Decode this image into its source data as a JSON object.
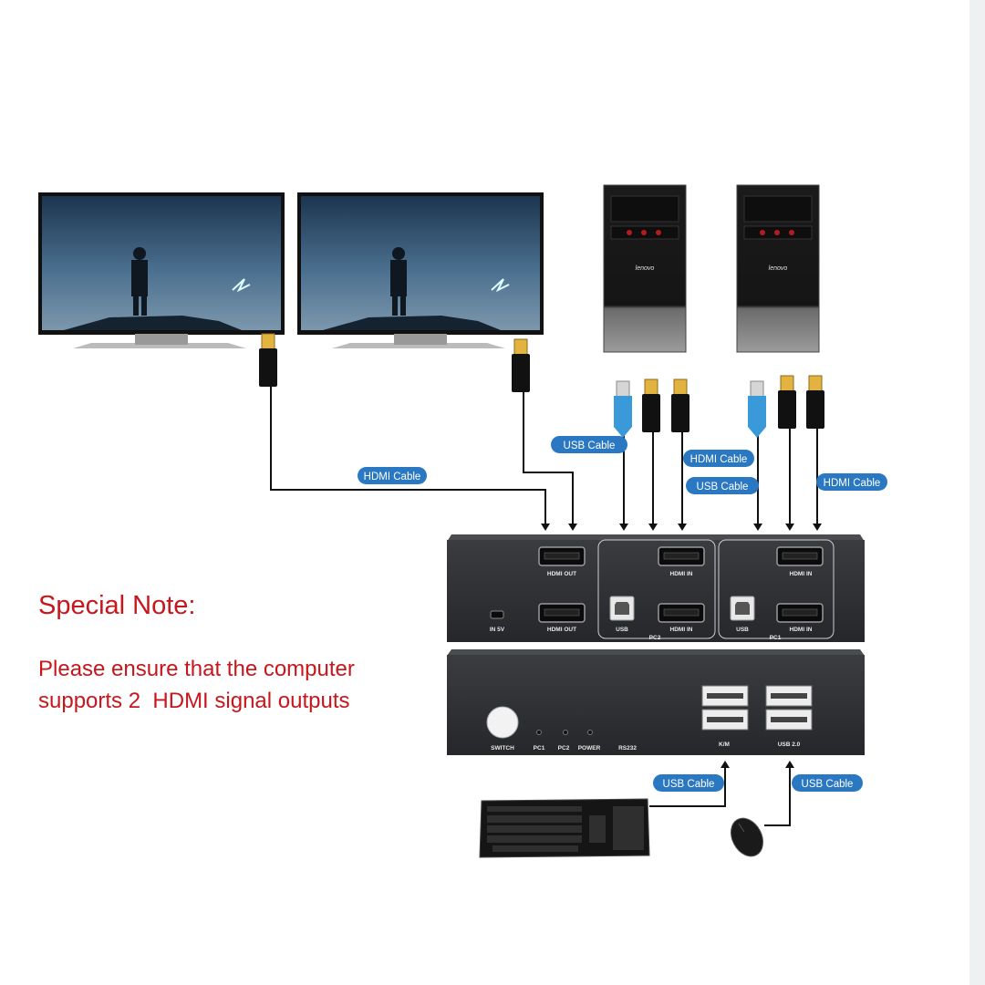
{
  "labels": {
    "hdmi_cable": "HDMI Cable",
    "usb_cable": "USB Cable"
  },
  "ports": {
    "hdmi_out": "HDMI OUT",
    "hdmi_in": "HDMI IN",
    "usb": "USB",
    "in_5v": "IN 5V",
    "pc1_group": "PC1",
    "pc2_group": "PC2"
  },
  "front_panel": {
    "switch": "SWITCH",
    "pc1": "PC1",
    "pc2": "PC2",
    "power": "POWER",
    "rs232": "RS232",
    "km": "K/M",
    "usb20": "USB 2.0"
  },
  "pc_brand": "lenovo",
  "note": {
    "title": "Special Note:",
    "line1": "Please ensure that the computer",
    "line2": "supports 2  HDMI signal outputs"
  },
  "colors": {
    "note_red": "#c8161d",
    "cable_label_blue": "#2b78c2",
    "device_body": "#2d2f33",
    "usb_plug_blue": "#3a9ad9"
  },
  "icons": [
    "monitor-icon",
    "desktop-pc-icon",
    "hdmi-plug-icon",
    "usb-plug-icon",
    "keyboard-icon",
    "mouse-icon",
    "hdmi-port-icon",
    "usb-b-port-icon",
    "usb-a-port-icon"
  ]
}
